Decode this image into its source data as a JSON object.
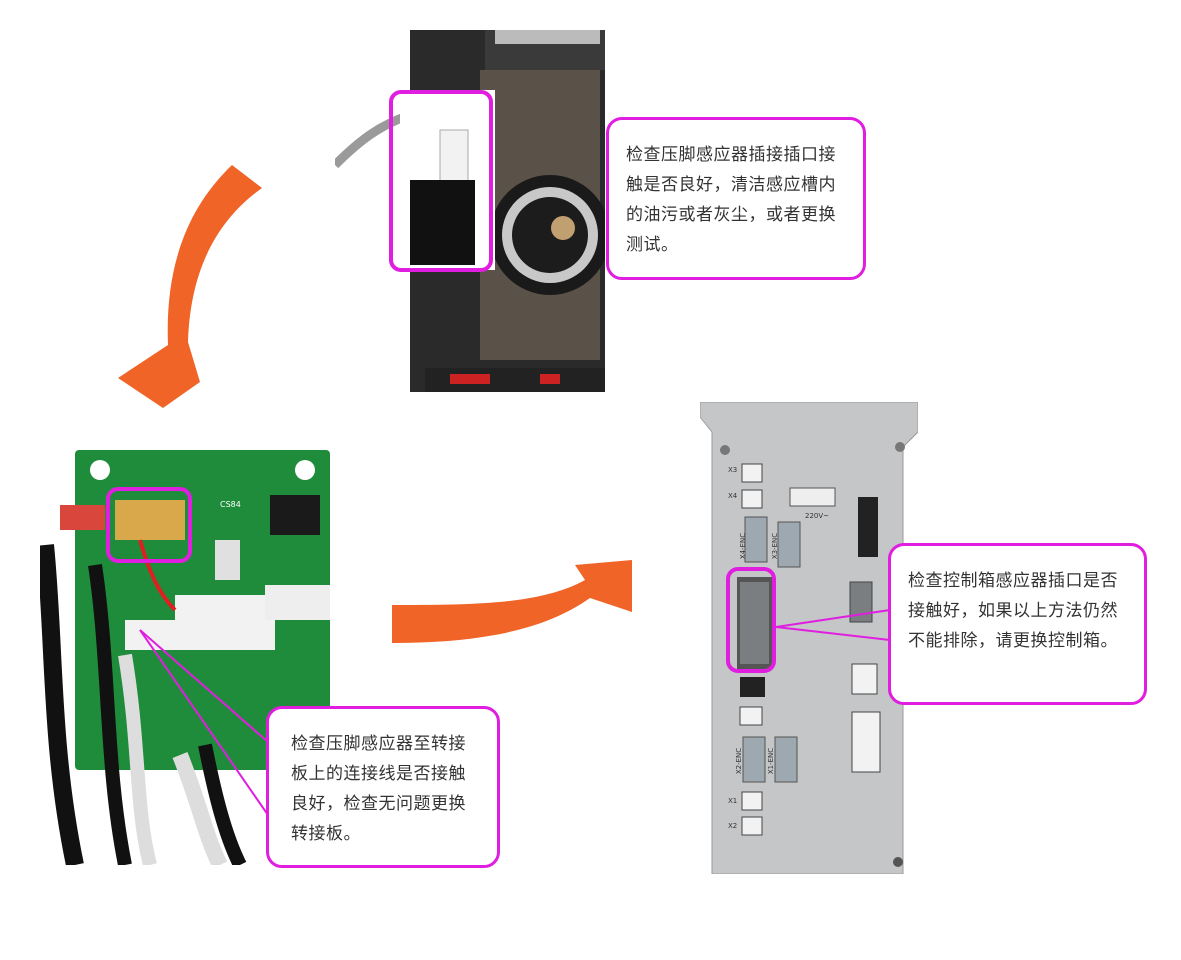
{
  "colors": {
    "accent": "#e01ee0",
    "arrow": "#f06428",
    "pcb": "#1e8c3a",
    "metal": "#c4c6c8",
    "housing": "#2a2a2a"
  },
  "callouts": {
    "foot_sensor_plug": {
      "text": "检查压脚感应器插接插口接触是否良好，清洁感应槽内的油污或者灰尘，或者更换测试。"
    },
    "adapter_board": {
      "text": "检查压脚感应器至转接板上的连接线是否接触良好，检查无问题更换转接板。"
    },
    "control_box": {
      "text": "检查控制箱感应器插口是否接触好，如果以上方法仍然不能排除，请更换控制箱。"
    }
  },
  "board_labels": {
    "cs": "CS84",
    "x3": "X3",
    "x4": "X4",
    "x4enc": "X4-ENC",
    "x3enc": "X3-ENC",
    "v220": "220V~",
    "x2enc": "X2-ENC",
    "x1enc": "X1-ENC",
    "x1": "X1",
    "x2": "X2"
  }
}
